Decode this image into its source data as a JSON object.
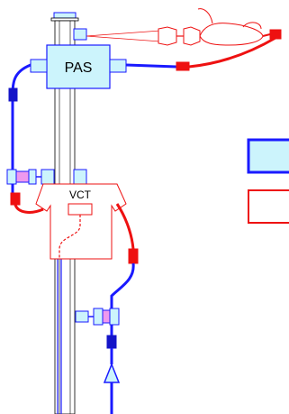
{
  "labels": {
    "top_unit": "PAS",
    "lower_unit": "VCT"
  },
  "colors": {
    "blue_line": "#1a1aff",
    "red_line": "#ee1111",
    "cyan_fill": "#ccf4fc",
    "cyan_stroke": "#1a1aff",
    "pink_fill": "#ee99ee",
    "dark_blue": "#1414c8"
  },
  "legend": [
    {
      "key": "blue-legend-box",
      "color": "#1a1aff",
      "fill": "#ccf4fc"
    },
    {
      "key": "red-legend-box",
      "color": "#ee1111",
      "fill": "#ffffff"
    }
  ]
}
